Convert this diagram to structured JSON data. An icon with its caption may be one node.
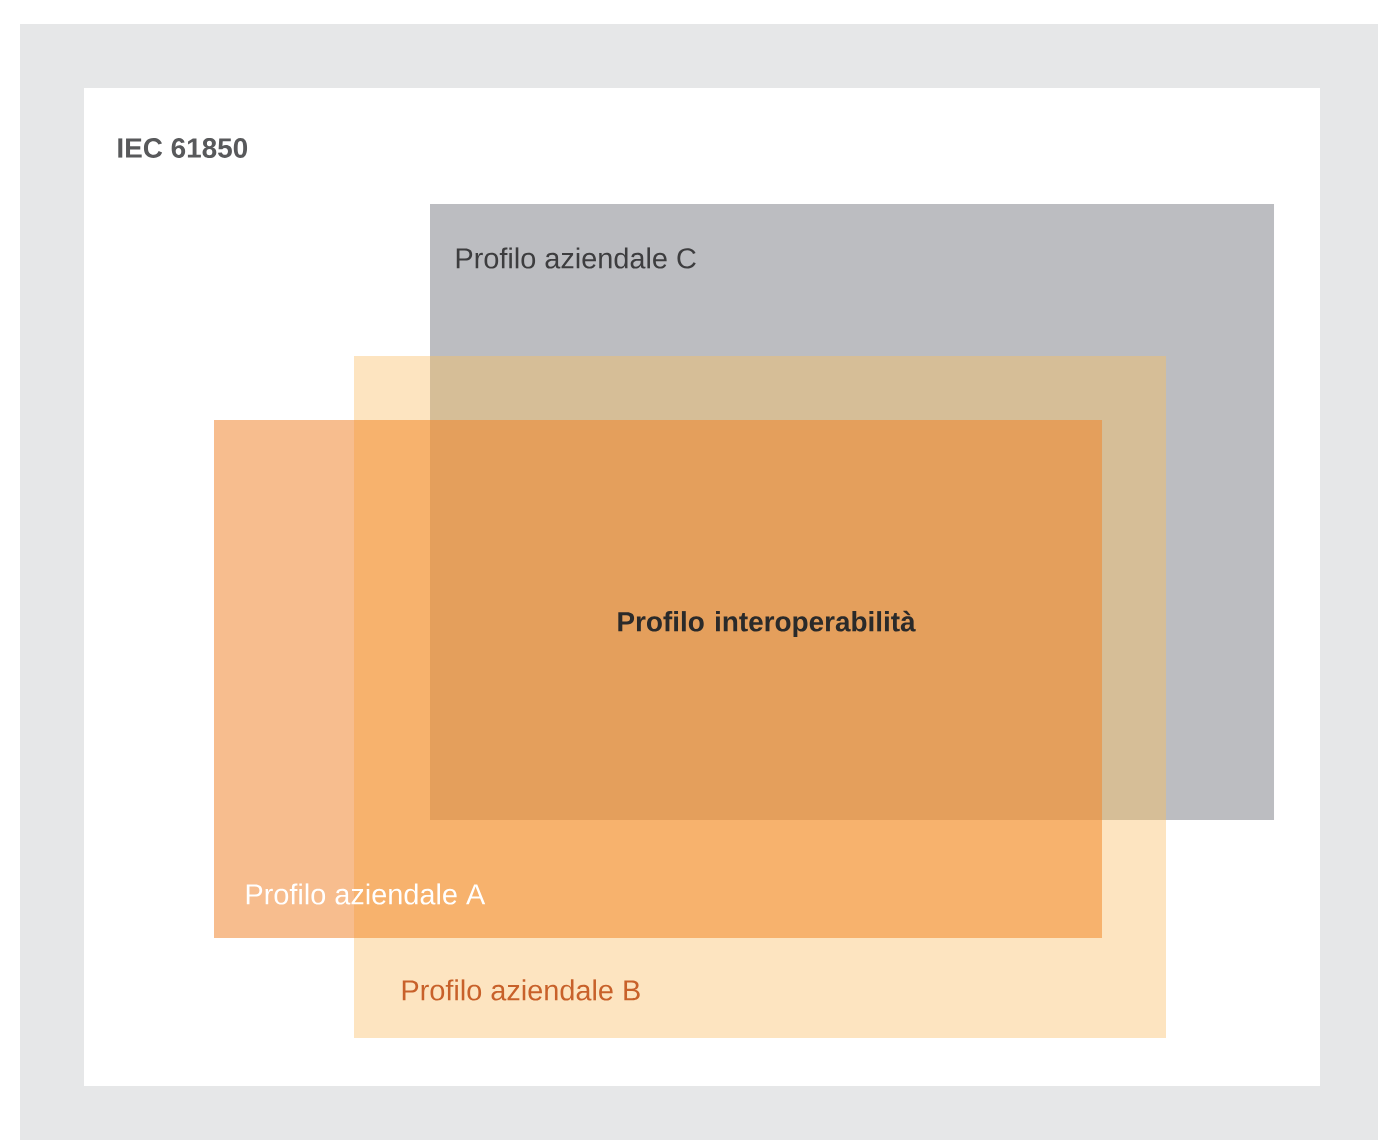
{
  "diagram": {
    "nodes": [
      {
        "text": [
          "IEC 61850"
        ]
      },
      {
        "text": [
          "Profilo aziendale C"
        ],
        "in": 0
      },
      {
        "text": [
          "Profilo aziendale B"
        ],
        "in": 0
      },
      {
        "text": [
          "Profilo aziendale A"
        ],
        "in": 0
      },
      {
        "text": [
          "Profilo interoperabilità"
        ]
      }
    ]
  }
}
